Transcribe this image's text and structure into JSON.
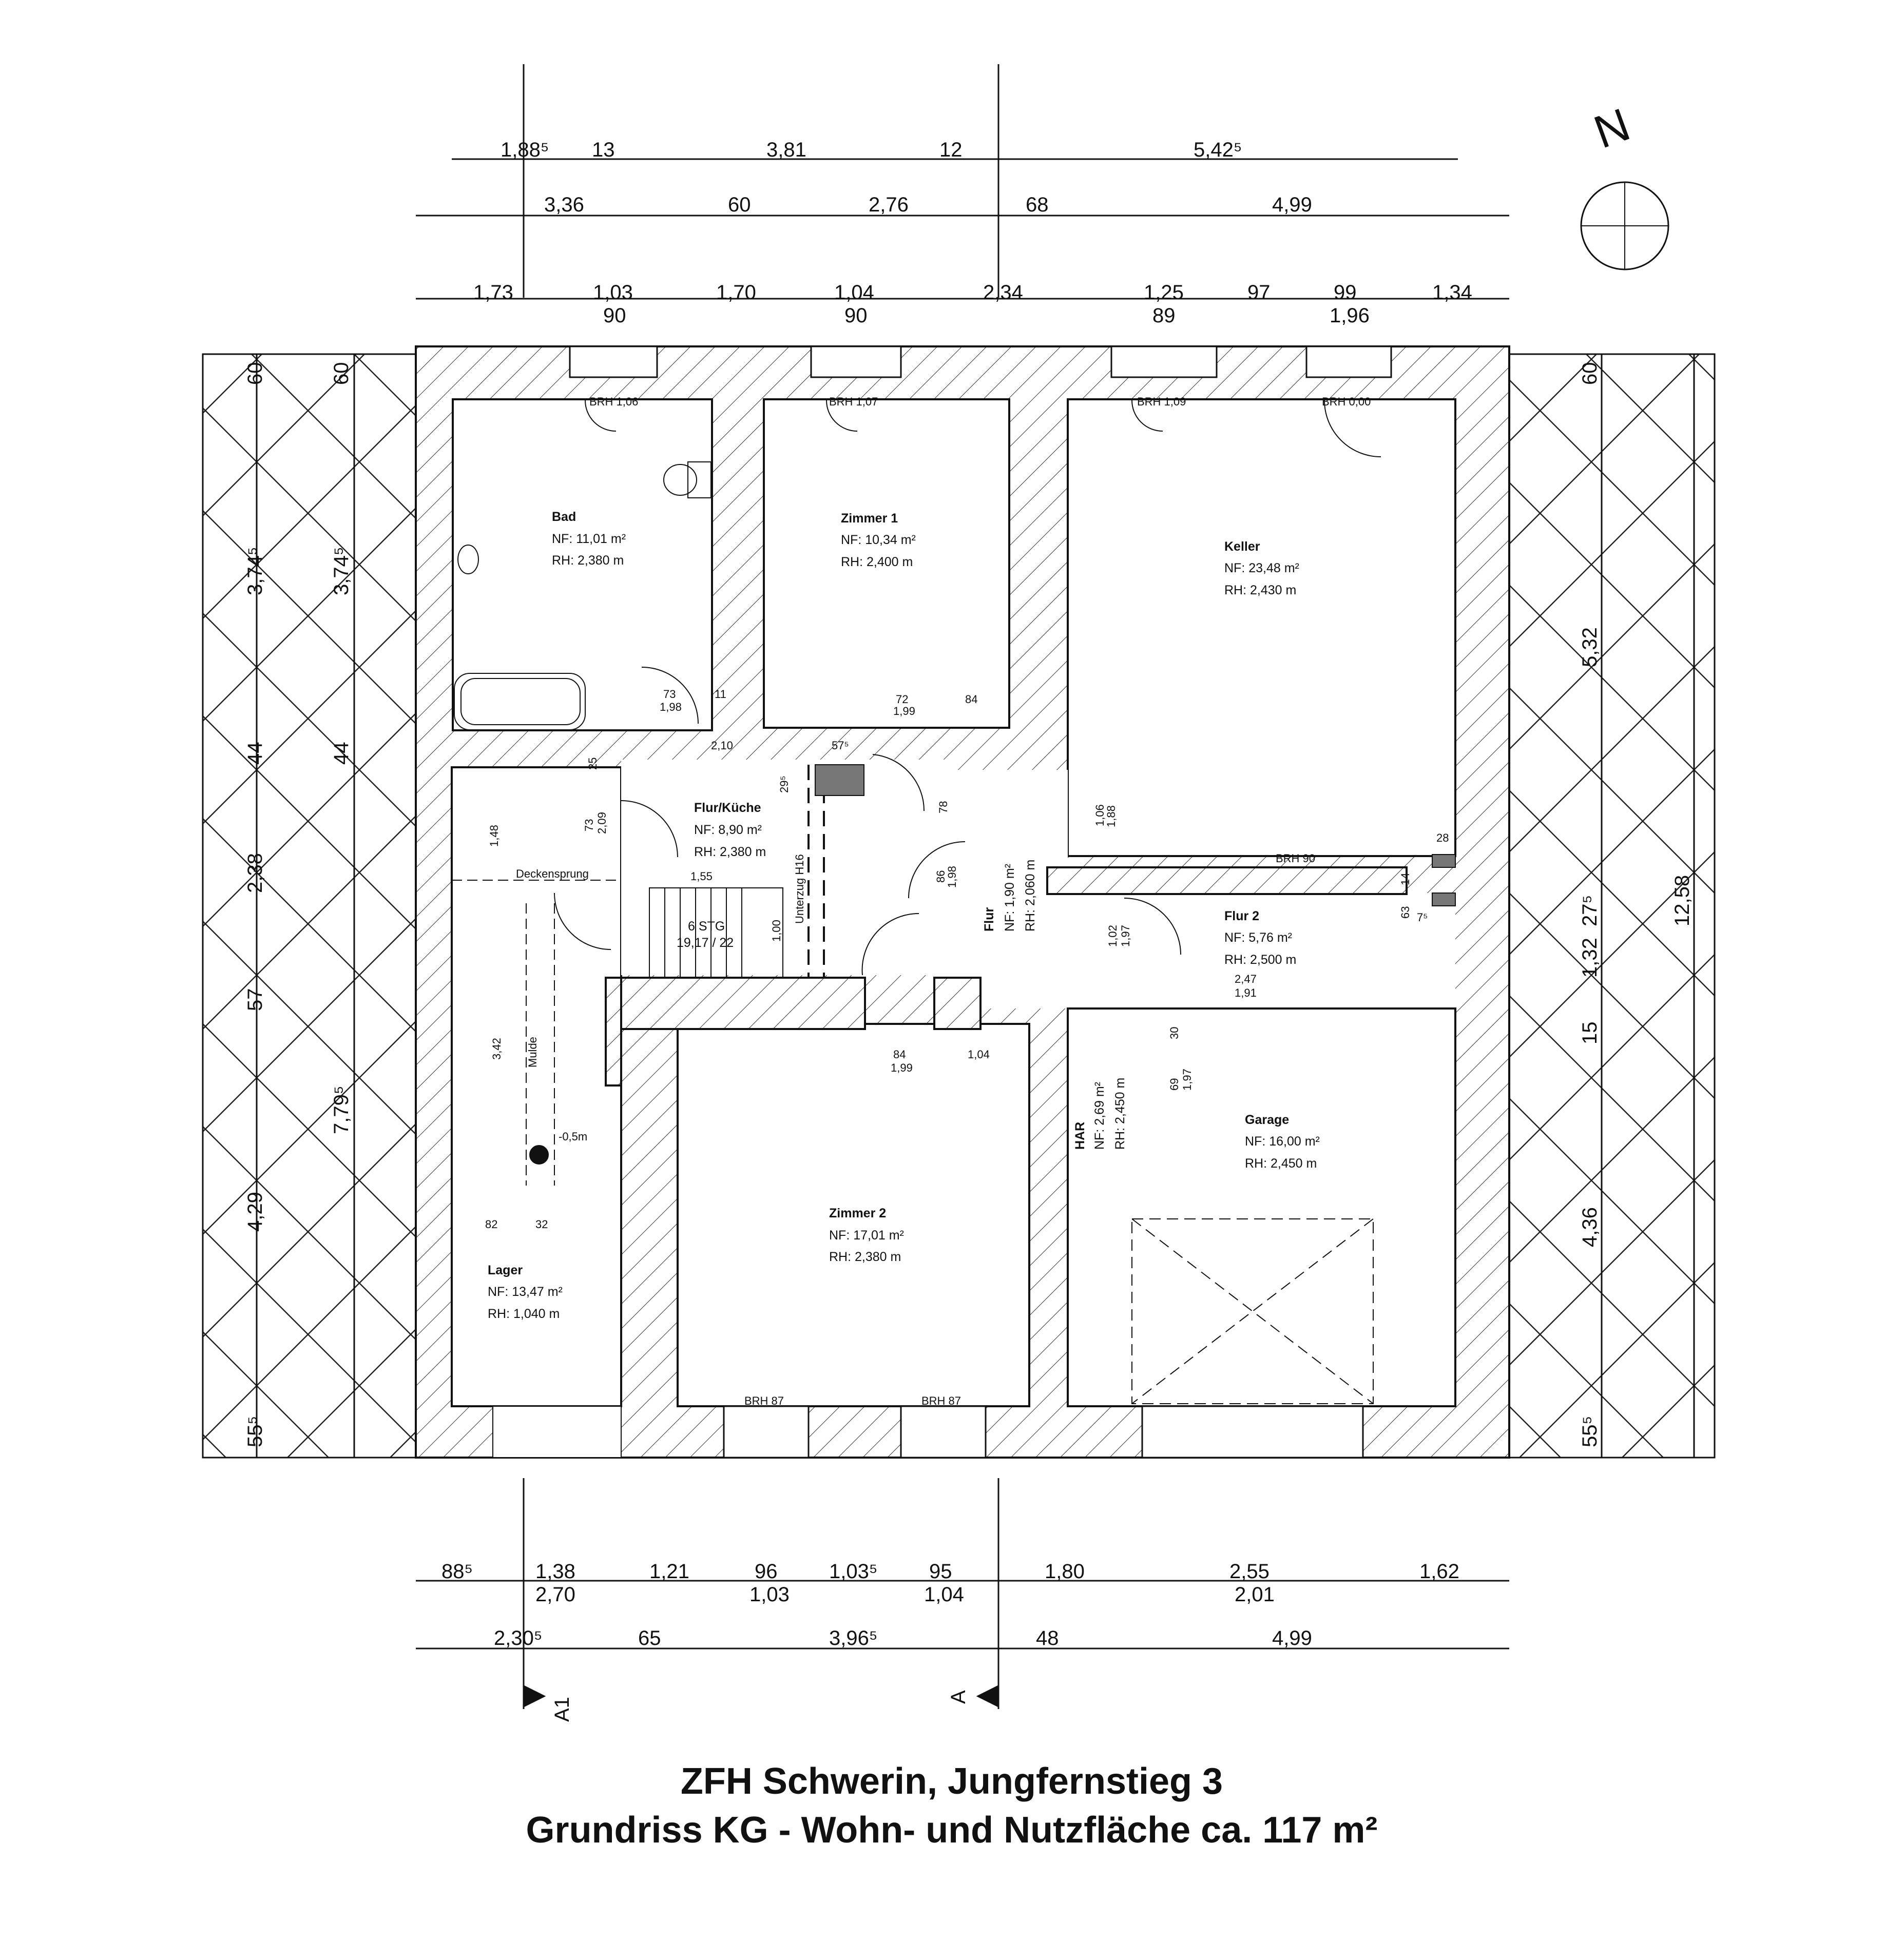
{
  "title": {
    "line1": "ZFH Schwerin, Jungfernstieg 3",
    "line2": "Grundriss KG - Wohn- und Nutzfläche ca. 117 m²"
  },
  "north_label": "N",
  "rooms": {
    "bad": {
      "name": "Bad",
      "nf": "NF:  11,01 m²",
      "rh": "RH: 2,380 m"
    },
    "zimmer1": {
      "name": "Zimmer 1",
      "nf": "NF:  10,34 m²",
      "rh": "RH: 2,400 m"
    },
    "keller": {
      "name": "Keller",
      "nf": "NF:  23,48 m²",
      "rh": "RH: 2,430 m"
    },
    "flur_kueche": {
      "name": "Flur/Küche",
      "nf": "NF:   8,90 m²",
      "rh": "RH: 2,380 m"
    },
    "flur": {
      "name": "Flur",
      "nf": "NF:  1,90 m²",
      "rh": "RH: 2,060 m"
    },
    "flur2": {
      "name": "Flur 2",
      "nf": "NF:   5,76 m²",
      "rh": "RH: 2,500 m"
    },
    "zimmer2": {
      "name": "Zimmer 2",
      "nf": "NF:  17,01 m²",
      "rh": "RH: 2,380 m"
    },
    "garage": {
      "name": "Garage",
      "nf": "NF:  16,00 m²",
      "rh": "RH: 2,450 m"
    },
    "har": {
      "name": "HAR",
      "nf": "NF:  2,69 m²",
      "rh": "RH: 2,450 m"
    },
    "lager": {
      "name": "Lager",
      "nf": "NF:  13,47 m²",
      "rh": "RH: 1,040 m"
    }
  },
  "notes": {
    "brh_bad": "BRH 1,06",
    "brh_z1": "BRH 1,07",
    "brh_keller": "BRH 1,09",
    "brh_keller2": "BRH 0,00",
    "brh_flur2": "BRH 90",
    "brh_z2a": "BRH 87",
    "brh_z2b": "BRH 87",
    "deckensprung": "Deckensprung",
    "stair1": "6 STG",
    "stair2": "19,17 / 22",
    "unterzug": "Unterzug H16",
    "mulde": "Mulde",
    "level": "-0,5m",
    "section_a1": "A1",
    "section_a": "A"
  },
  "dims_top": {
    "row1": [
      "1,88⁵",
      "13",
      "3,81",
      "12",
      "5,42⁵"
    ],
    "row2": [
      "3,36",
      "60",
      "2,76",
      "68",
      "4,99"
    ],
    "row3a": [
      "1,73",
      "1,03",
      "1,70",
      "1,04",
      "2,34",
      "1,25",
      "97",
      "99",
      "1,34"
    ],
    "row3b": [
      "90",
      "90",
      "89",
      "1,96"
    ]
  },
  "dims_bottom": {
    "row1a": [
      "88⁵",
      "1,38",
      "1,21",
      "96",
      "1,03⁵",
      "95",
      "1,80",
      "2,55",
      "1,62"
    ],
    "row1b": [
      "2,70",
      "1,03",
      "1,04",
      "2,01"
    ],
    "row2": [
      "2,30⁵",
      "65",
      "3,96⁵",
      "48",
      "4,99"
    ]
  },
  "dims_left": {
    "outer": [
      "60",
      "3,74⁵",
      "44",
      "2,38",
      "57",
      "4,29",
      "55⁵"
    ],
    "inner": [
      "60",
      "3,74⁵",
      "44",
      "7,79⁵"
    ]
  },
  "dims_right": {
    "inner": [
      "60",
      "5,32",
      "27⁵",
      "1,32",
      "15",
      "4,36",
      "55⁵"
    ],
    "outer": [
      "12,58"
    ]
  },
  "inner_dims": {
    "d1": "73",
    "d2": "1,98",
    "d3": "11",
    "d4": "72",
    "d5": "1,99",
    "d6": "84",
    "d7": "2,10",
    "d8": "57⁵",
    "d9": "25",
    "d10": "29⁵",
    "d11": "73",
    "d12": "2,09",
    "d13": "1,48",
    "d14": "1,55",
    "d15": "1,00",
    "d16": "78",
    "d17": "86",
    "d18": "1,98",
    "d19": "1,06",
    "d20": "1,88",
    "d21": "28",
    "d22": "14",
    "d23": "63",
    "d24": "7⁵",
    "d25": "1,02",
    "d26": "1,97",
    "d27": "2,47",
    "d28": "1,91",
    "d29": "84",
    "d30": "1,99",
    "d31": "1,04",
    "d32": "30",
    "d33": "69",
    "d34": "1,97",
    "d35": "3,42",
    "d36": "82",
    "d37": "32"
  }
}
